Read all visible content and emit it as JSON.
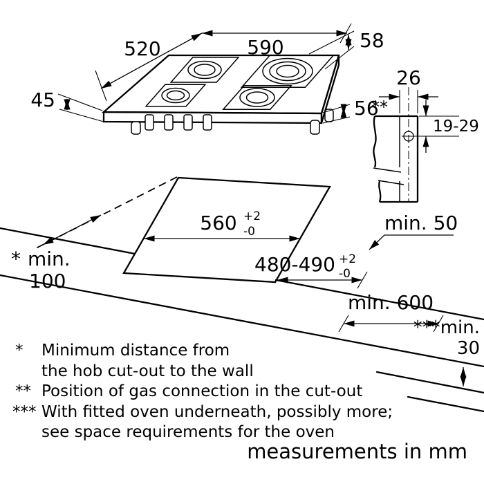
{
  "hob": {
    "dim_depth": "520",
    "dim_width": "590",
    "dim_height": "58",
    "dim_side_left": "45",
    "dim_side_right": "56"
  },
  "section": {
    "dim_width": "26",
    "marker": "**",
    "dim_range": "19-29"
  },
  "cutout": {
    "width": "560",
    "width_tol_plus": "+2",
    "width_tol_minus": "-0",
    "depth": "480-490",
    "depth_tol_plus": "+2",
    "depth_tol_minus": "-0"
  },
  "clearances": {
    "rear": "min. 50",
    "wall_marker": "*",
    "wall_word": "min.",
    "wall_value": "100",
    "worktop_depth": "min. 600",
    "oven_label": "***min.",
    "oven_value": "30"
  },
  "footnotes": [
    {
      "marker": "*",
      "line1": "Minimum distance from",
      "line2": "the hob cut-out to the wall"
    },
    {
      "marker": "**",
      "line1": "Position of gas connection in the cut-out",
      "line2": ""
    },
    {
      "marker": "***",
      "line1": "With fitted oven underneath, possibly more;",
      "line2": "see space requirements for the oven"
    }
  ],
  "footer": {
    "note": "measurements in mm"
  },
  "colors": {
    "burner_cap": "#c6c6c6",
    "burner_ring": "#dcdcdc",
    "burner_inner": "#f2f2f2"
  }
}
